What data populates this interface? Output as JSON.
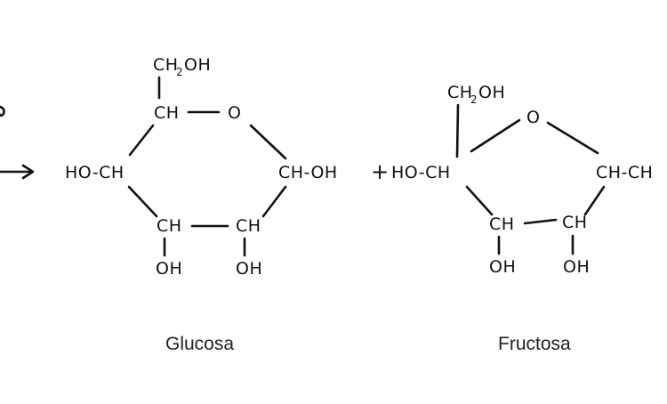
{
  "molecules": {
    "glucose": {
      "name": "Glucosa",
      "ch2oh": {
        "main": "CH",
        "sub": "2",
        "tail": "OH"
      },
      "c5": "CH",
      "ring_o": "O",
      "c4": "HO-CH",
      "c1": "CH-OH",
      "c3": "CH",
      "c2": "CH",
      "oh3": "OH",
      "oh2": "OH"
    },
    "fructose": {
      "name": "Fructosa",
      "ch2oh": {
        "main": "CH",
        "sub": "2",
        "tail": "OH"
      },
      "ring_o": "O",
      "c2": "HO-CH",
      "c5": "CH-CH",
      "c3": "CH",
      "c4": "CH",
      "oh3": "OH",
      "oh4": "OH"
    }
  },
  "plus_sign": "+",
  "colors": {
    "ink": "#111111",
    "caption": "#222222",
    "background": "#ffffff"
  }
}
